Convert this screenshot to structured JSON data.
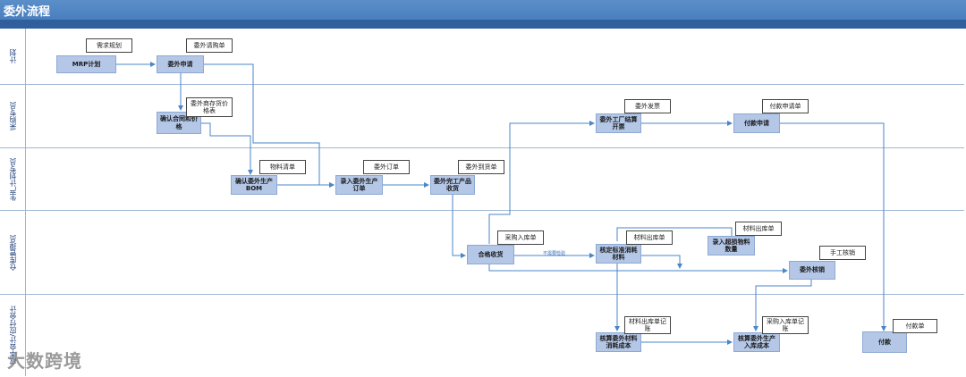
{
  "title": "委外流程",
  "lanes": [
    {
      "label": "计划"
    },
    {
      "label": "采购专员"
    },
    {
      "label": "生产计划专员"
    },
    {
      "label": "仓库管理员"
    },
    {
      "label": "成本会计/应付会计"
    }
  ],
  "processes": {
    "mrp": "MRP计划",
    "wwsq": "委外申请",
    "qrht": "确认合同和价格",
    "qrbom": "确认委外生产BOM",
    "lrdd": "录入委外生产订单",
    "wgsh": "委外完工产品收货",
    "hgsh": "合格收货",
    "hdxh": "核定标准消耗材料",
    "lrcs": "录入超损物料数量",
    "wwhx": "委外核销",
    "kpgc": "委外工厂结算开票",
    "fksq": "付款申请",
    "hsxh": "核算委外材料消耗成本",
    "hsrk": "核算委外生产入库成本",
    "fk": "付款"
  },
  "documents": {
    "xqgh": "需求规划",
    "wwqgd": "委外请购单",
    "gyskb": "委外商存货价格表",
    "wlqd": "物料清单",
    "wwdd": "委外订单",
    "wwdhd": "委外到货单",
    "cgrkd": "采购入库单",
    "clckd1": "材料出库单",
    "clckd2": "材料出库单",
    "sghx": "手工核销",
    "wwfp": "委外发票",
    "fksqd": "付款申请单",
    "clckjz": "材料出库单记账",
    "cgrkjz": "采购入库单记账",
    "fkd": "付款单"
  },
  "edge_label": "不需要检验",
  "watermark": "大数跨境"
}
